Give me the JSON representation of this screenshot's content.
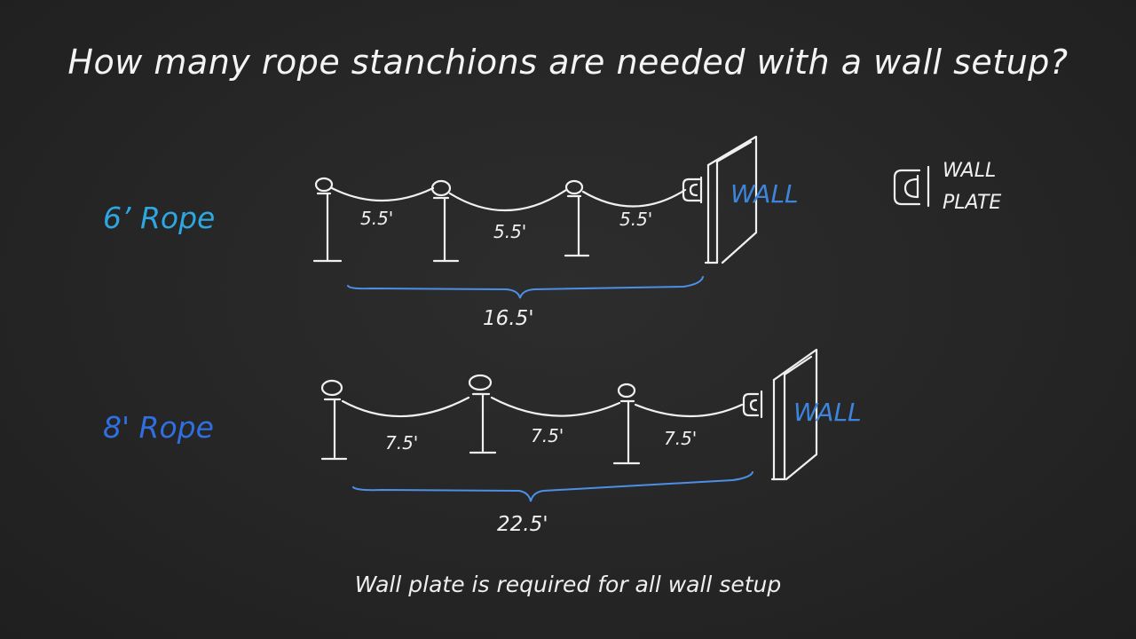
{
  "title": "How many rope stanchions are needed with a wall setup?",
  "rows": [
    {
      "label": "6’ Rope",
      "segments": [
        "5.5'",
        "5.5'",
        "5.5'"
      ],
      "total": "16.5'",
      "wall_text": "WALL",
      "color": "#2ea7e0"
    },
    {
      "label": "8' Rope",
      "segments": [
        "7.5'",
        "7.5'",
        "7.5'"
      ],
      "total": "22.5'",
      "wall_text": "WALL",
      "color": "#2f6fe0"
    }
  ],
  "legend": {
    "icon": "wall-plate-icon",
    "line1": "WALL",
    "line2": "PLATE"
  },
  "footer": "Wall plate is required for all wall setup"
}
